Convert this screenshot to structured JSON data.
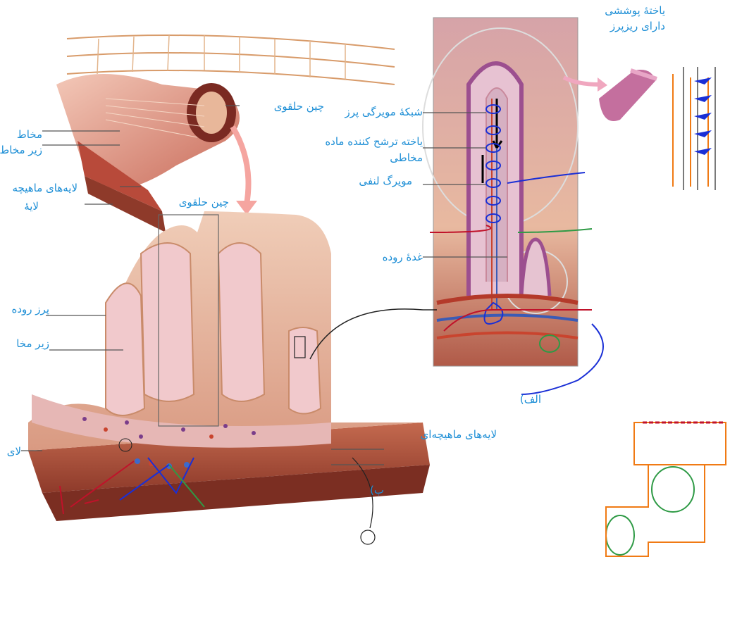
{
  "colors": {
    "label_blue": "#1e8fd6",
    "ink_blue": "#1a2fd6",
    "ink_red": "#c0122a",
    "ink_green": "#2e9a45",
    "ink_orange": "#f07a14",
    "ink_dark": "#2a2a2a",
    "tissue_pink": "#e9b7a6",
    "muscle_red": "#b5523f"
  },
  "labels": {
    "epithelial_cell": "یاختهٔ پوششی",
    "with_microvilli": "دارای ریزپرز",
    "circular_fold_top": "چین حلقوی",
    "villus_capillary_network": "شبکهٔ مویرگی پرز",
    "mucus_cell_line1": "یاخته ترشح کننده ماده",
    "mucus_cell_line2": "مخاطی",
    "lymph_capillary": "مویرگ لنفی",
    "intestinal_gland": "غدهٔ روده",
    "circular_fold_mid": "چین حلقوی",
    "villus": "پرز روده",
    "submucosa_partial": "زیر مخا",
    "mucosa_left": "مخاط",
    "submucosa_left": "زیر مخاط",
    "muscle_layers_left": "لایه‌های ماهیچه",
    "layer_left": "لایهٔ",
    "layer_left_bottom": "لای",
    "muscle_layers_right": "لایه‌های ماهیچه‌ای",
    "fig_a": "الف)",
    "fig_b": "ب)"
  },
  "icons": [
    "serosa-tissue-illustration",
    "villus-cross-section-illustration",
    "intestine-wall-3d-illustration",
    "epithelial-cell-illustration",
    "handwritten-annotations"
  ]
}
